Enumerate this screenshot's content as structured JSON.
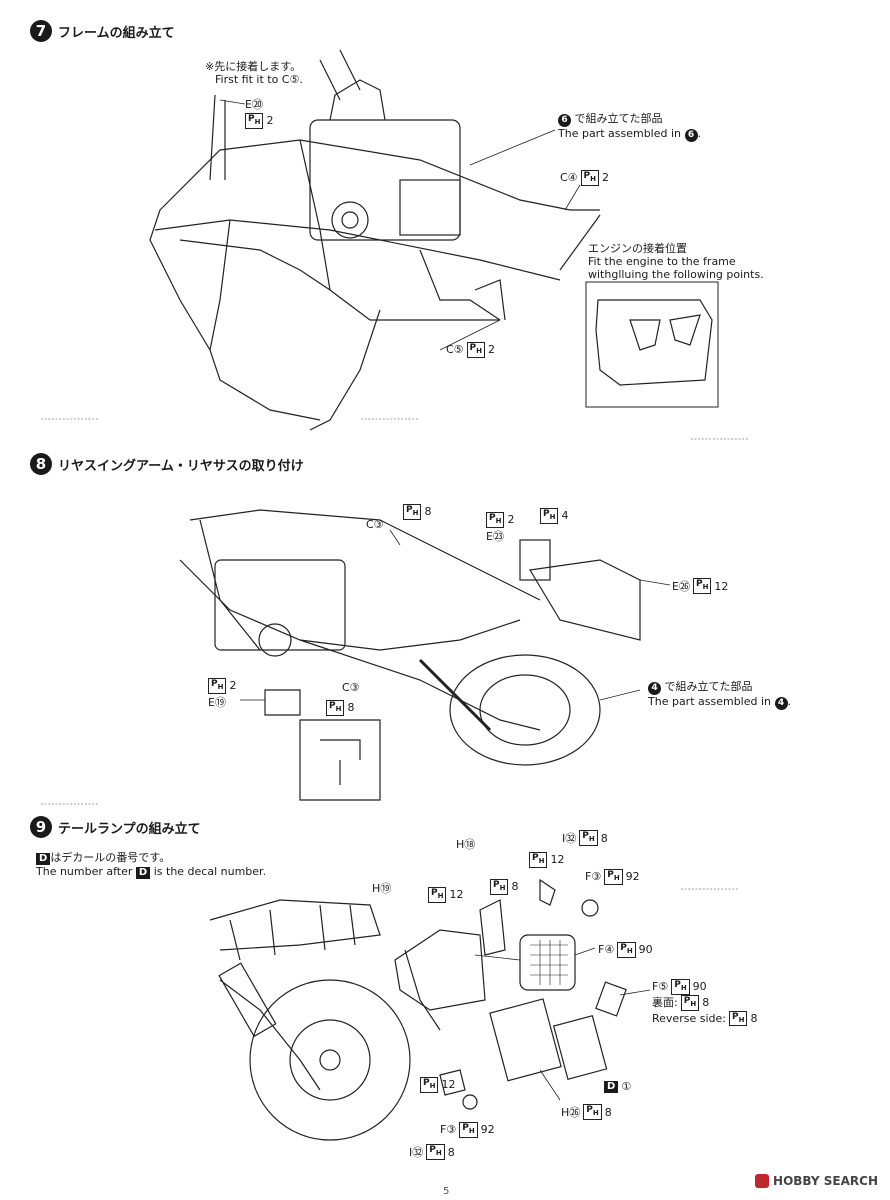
{
  "steps": [
    {
      "num": "7",
      "title": "フレームの組み立て"
    },
    {
      "num": "8",
      "title": "リヤスイングアーム・リヤサスの取り付け"
    },
    {
      "num": "9",
      "title": "テールランプの組み立て"
    }
  ],
  "step7": {
    "note_jp": "※先に接着します。",
    "note_en": "First fit it to C⑤.",
    "e20": "E⑳",
    "assembled_jp": "で組み立てた部品",
    "assembled_en": "The part assembled in",
    "assembled_ref": "6",
    "c4": "C④",
    "c5": "C⑤",
    "inset_jp": "エンジンの接着位置",
    "inset_en1": "Fit the engine to the frame",
    "inset_en2": "withglluing the following points."
  },
  "step8": {
    "c3a": "C③",
    "e23": "E㉓",
    "e26": "E㉖",
    "e19": "E⑲",
    "c3b": "C③",
    "assembled_jp": "で組み立てた部品",
    "assembled_en": "The part assembled in",
    "assembled_ref": "4"
  },
  "step9": {
    "decal_note_jp": "はデカールの番号です。",
    "decal_note_en1": "The number after",
    "decal_note_en2": "is the decal number.",
    "decal_letter": "D",
    "h18": "H⑱",
    "i32a": "I㉜",
    "h19": "H⑲",
    "f3a": "F③",
    "f4": "F④",
    "f5": "F⑤",
    "reverse_jp": "裏面:",
    "reverse_en": "Reverse side:",
    "d1": "①",
    "h26": "H㉖",
    "f3b": "F③",
    "i32b": "I㉜"
  },
  "ph": {
    "prefix": "P",
    "sub": "H",
    "n2": "2",
    "n4": "4",
    "n8": "8",
    "n12": "12",
    "n90": "90",
    "n92": "92"
  },
  "footer": {
    "page": "5",
    "logo": "HOBBY SEARCH"
  }
}
